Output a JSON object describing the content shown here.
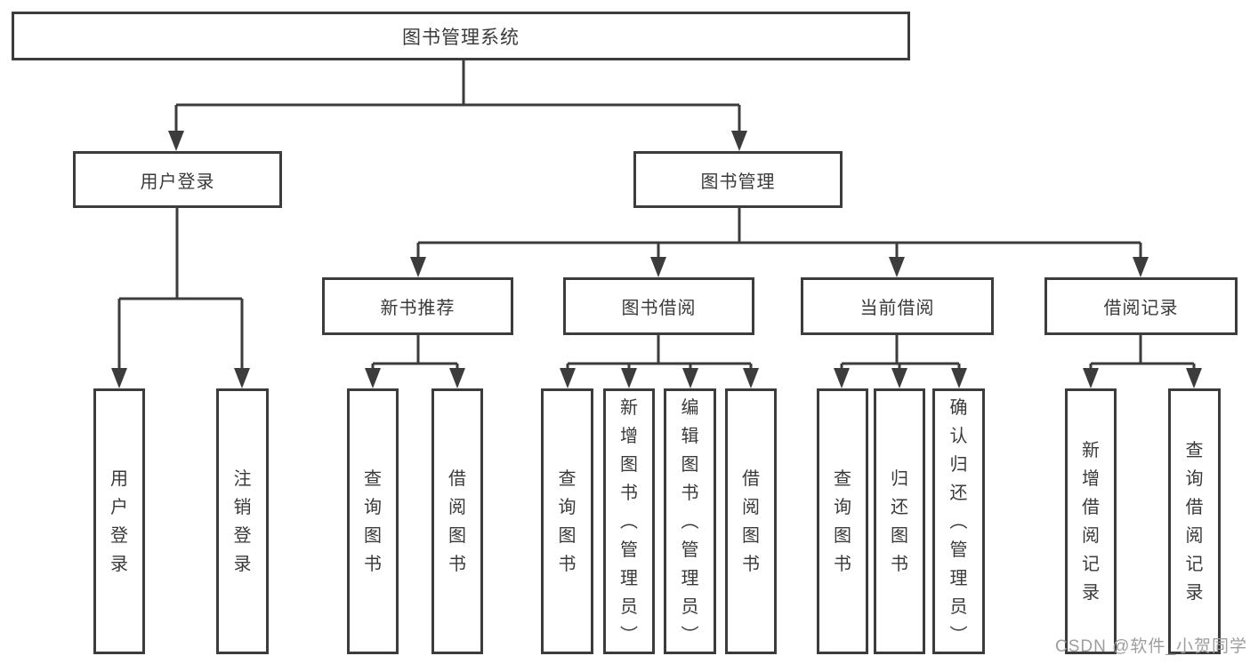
{
  "diagram": {
    "title": "图书管理系统",
    "type": "hierarchy-tree",
    "colors": {
      "line": "#3c3c3c",
      "text": "#3a3a3a",
      "box_background": "#ffffff",
      "page_background": "#ffffff",
      "watermark": "#9e9e9e"
    },
    "watermark": "CSDN @软件_小贺同学",
    "nodes": [
      {
        "id": "root",
        "label": "图书管理系统",
        "level": 1,
        "parent": null,
        "orientation": "horizontal"
      },
      {
        "id": "user-login",
        "label": "用户登录",
        "level": 2,
        "parent": "root",
        "orientation": "horizontal"
      },
      {
        "id": "book-management",
        "label": "图书管理",
        "level": 2,
        "parent": "root",
        "orientation": "horizontal"
      },
      {
        "id": "new-book-recommend",
        "label": "新书推荐",
        "level": 3,
        "parent": "book-management",
        "orientation": "horizontal"
      },
      {
        "id": "book-borrow",
        "label": "图书借阅",
        "level": 3,
        "parent": "book-management",
        "orientation": "horizontal"
      },
      {
        "id": "current-borrow",
        "label": "当前借阅",
        "level": 3,
        "parent": "book-management",
        "orientation": "horizontal"
      },
      {
        "id": "borrow-records",
        "label": "借阅记录",
        "level": 3,
        "parent": "book-management",
        "orientation": "horizontal"
      },
      {
        "id": "user-login-leaf",
        "label": "用户登录",
        "level": 4,
        "parent": "user-login",
        "orientation": "vertical"
      },
      {
        "id": "logout-leaf",
        "label": "注销登录",
        "level": 4,
        "parent": "user-login",
        "orientation": "vertical"
      },
      {
        "id": "nb-query-books",
        "label": "查询图书",
        "level": 4,
        "parent": "new-book-recommend",
        "orientation": "vertical"
      },
      {
        "id": "nb-borrow-books",
        "label": "借阅图书",
        "level": 4,
        "parent": "new-book-recommend",
        "orientation": "vertical"
      },
      {
        "id": "bb-query-books",
        "label": "查询图书",
        "level": 4,
        "parent": "book-borrow",
        "orientation": "vertical"
      },
      {
        "id": "bb-add-books",
        "label": "新增图书（管理员）",
        "level": 4,
        "parent": "book-borrow",
        "orientation": "vertical"
      },
      {
        "id": "bb-edit-books",
        "label": "编辑图书（管理员）",
        "level": 4,
        "parent": "book-borrow",
        "orientation": "vertical"
      },
      {
        "id": "bb-borrow-books",
        "label": "借阅图书",
        "level": 4,
        "parent": "book-borrow",
        "orientation": "vertical"
      },
      {
        "id": "cb-query-books",
        "label": "查询图书",
        "level": 4,
        "parent": "current-borrow",
        "orientation": "vertical"
      },
      {
        "id": "cb-return-books",
        "label": "归还图书",
        "level": 4,
        "parent": "current-borrow",
        "orientation": "vertical"
      },
      {
        "id": "cb-confirm-return",
        "label": "确认归还（管理员）",
        "level": 4,
        "parent": "current-borrow",
        "orientation": "vertical"
      },
      {
        "id": "br-add-record",
        "label": "新增借阅记录",
        "level": 4,
        "parent": "borrow-records",
        "orientation": "vertical"
      },
      {
        "id": "br-query-record",
        "label": "查询借阅记录",
        "level": 4,
        "parent": "borrow-records",
        "orientation": "vertical"
      }
    ]
  }
}
